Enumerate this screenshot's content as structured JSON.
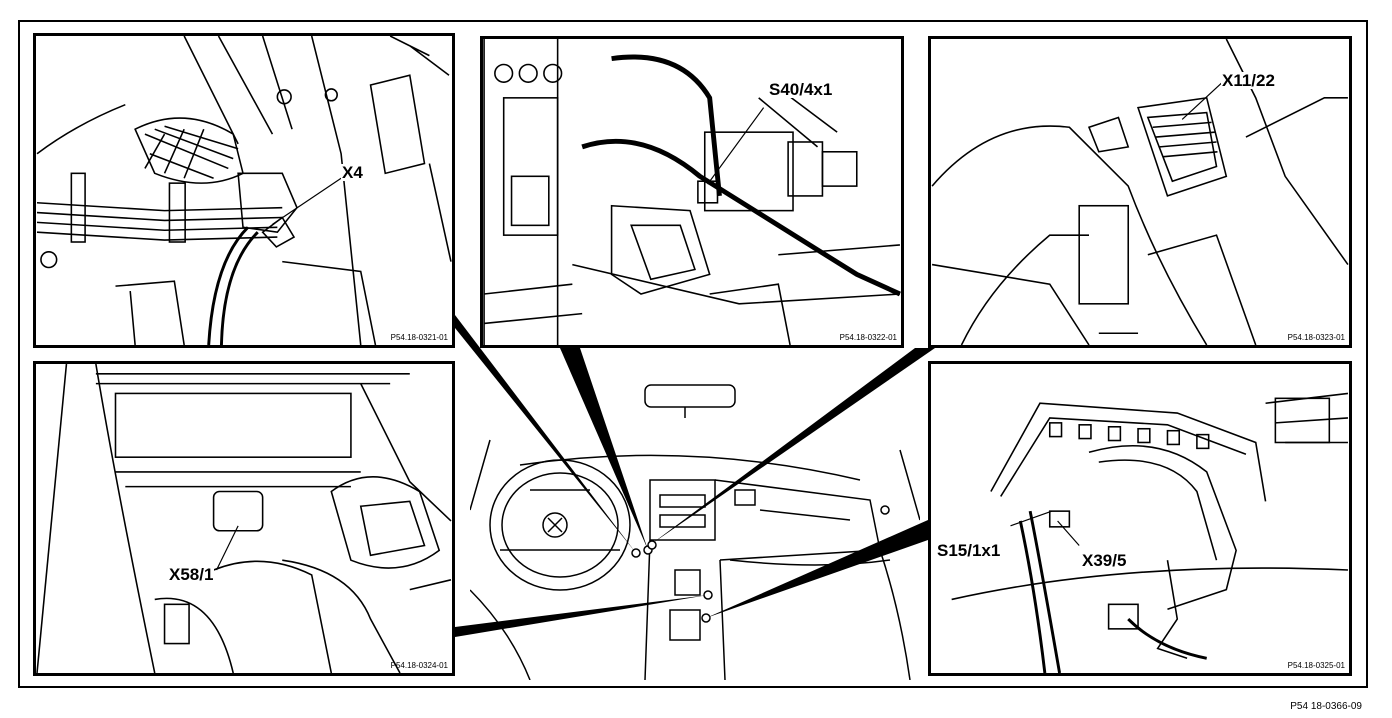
{
  "panels": {
    "top_left": {
      "callout": "X4",
      "ref": "P54.18-0321-01"
    },
    "top_mid": {
      "callout": "S40/4x1",
      "ref": "P54.18-0322-01"
    },
    "top_right": {
      "callout": "X11/22",
      "ref": "P54.18-0323-01"
    },
    "bot_left": {
      "callout": "X58/1",
      "ref": "P54.18-0324-01"
    },
    "bot_right": {
      "callout_a": "S15/1x1",
      "callout_b": "X39/5",
      "ref": "P54.18-0325-01"
    }
  },
  "sheet_ref": "P54 18-0366-09",
  "colors": {
    "ink": "#000000",
    "paper": "#ffffff"
  }
}
